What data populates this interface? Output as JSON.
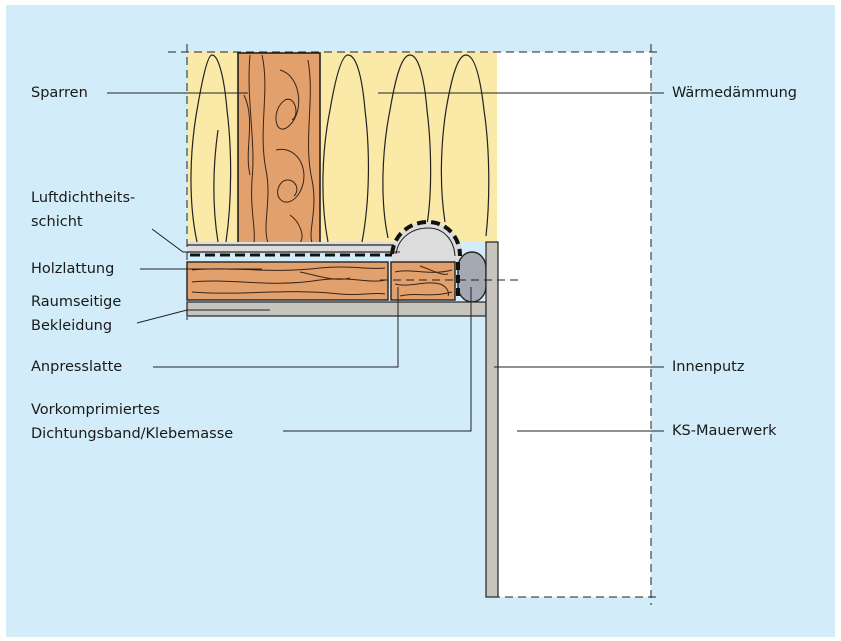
{
  "colors": {
    "background": "#d2ecf9",
    "insulation": "#fbe9a8",
    "wood": "#e2a06c",
    "masonry": "#ffffff",
    "plaster": "#c6c4bd",
    "membrane": "#dcdcdc",
    "seal": "#a4a8b2",
    "line": "#222222"
  },
  "labels": {
    "sparren": "Sparren",
    "waermedaemmung": "Wärmedämmung",
    "luftdicht_1": "Luftdichtheits-",
    "luftdicht_2": "schicht",
    "holzlattung": "Holzlattung",
    "raumseitige_1": "Raumseitige",
    "raumseitige_2": "Bekleidung",
    "anpresslatte": "Anpresslatte",
    "innenputz": "Innenputz",
    "vorkomprimiert_1": "Vorkomprimiertes",
    "vorkomprimiert_2": "Dichtungsband/Klebemasse",
    "ks_mauerwerk": "KS-Mauerwerk"
  }
}
